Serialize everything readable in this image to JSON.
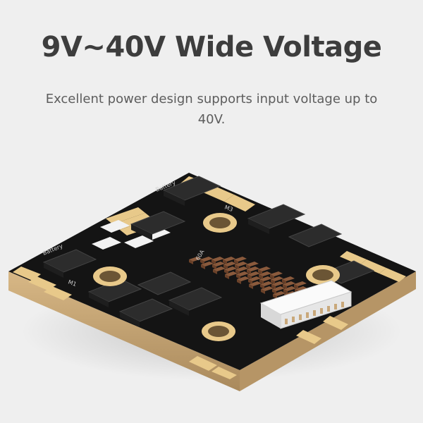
{
  "headline": "9V~40V Wide Voltage",
  "subtitle": "Excellent power design supports input voltage up to 40V.",
  "board": {
    "silkscreen": [
      "Battery",
      "M1",
      "M3",
      "60A"
    ],
    "colors": {
      "pcb": "#141414",
      "edge": "#c9a87a",
      "pad": "#e8c98a",
      "mosfet": "#2a2a2a",
      "capacitor": "#8a5a3c",
      "connector": "#f4f4f4"
    }
  }
}
